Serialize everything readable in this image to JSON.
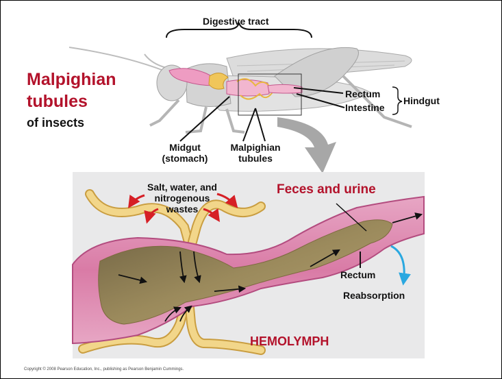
{
  "title": {
    "line1": "Malpighian",
    "line2": "tubules",
    "line3": "of insects"
  },
  "top_labels": {
    "digestive_tract": "Digestive tract",
    "rectum": "Rectum",
    "intestine": "Intestine",
    "hindgut": "Hindgut",
    "midgut_line1": "Midgut",
    "midgut_line2": "(stomach)",
    "malpighian_line1": "Malpighian",
    "malpighian_line2": "tubules"
  },
  "bottom_labels": {
    "salt_line1": "Salt, water, and",
    "salt_line2": "nitrogenous",
    "salt_line3": "wastes",
    "feces": "Feces and urine",
    "rectum": "Rectum",
    "reabsorption": "Reabsorption",
    "hemolymph": "HEMOLYMPH"
  },
  "copyright": "Copyright © 2008 Pearson Education, Inc., publishing as Pearson Benjamin Cummings.",
  "colors": {
    "accent_red": "#b3122b",
    "gut_pink": "#e98fb6",
    "tubule_yellow": "#f2d68a",
    "reabsorption_blue": "#2aa8e0",
    "panel_gray": "#e9e9ea"
  }
}
